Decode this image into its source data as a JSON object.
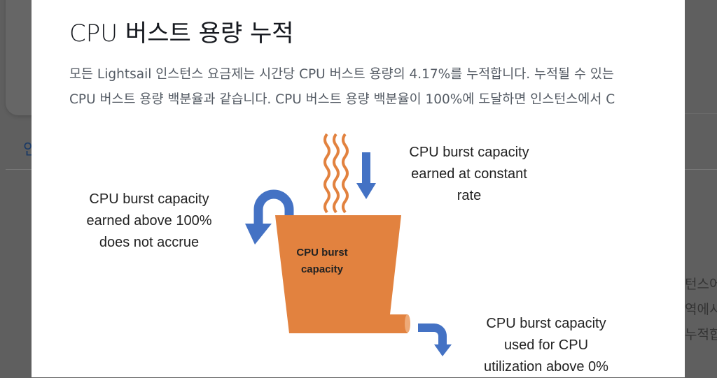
{
  "background": {
    "tab_fragment": "인",
    "right_lines": [
      "턴스어",
      "역에시",
      "누적합"
    ]
  },
  "modal": {
    "title": "CPU 버스트 용량 누적",
    "paragraph_lines": [
      "모든 Lightsail 인스턴스 요금제는 시간당 CPU 버스트 용량의 4.17%를 누적합니다. 누적될 수 있는",
      "CPU 버스트 용량 백분율과 같습니다. CPU 버스트 용량 백분율이 100%에 도달하면 인스턴스에서 C"
    ]
  },
  "diagram": {
    "cup_label": [
      "CPU burst",
      "capacity"
    ],
    "earned_label": [
      "CPU burst capacity",
      "earned at constant",
      "rate"
    ],
    "overflow_label": [
      "CPU burst capacity",
      "earned above 100%",
      "does not accrue"
    ],
    "used_label": [
      "CPU burst capacity",
      "used for CPU",
      "utilization above 0%"
    ],
    "colors": {
      "cup": "#e2823f",
      "arrow": "#4472c4"
    }
  }
}
